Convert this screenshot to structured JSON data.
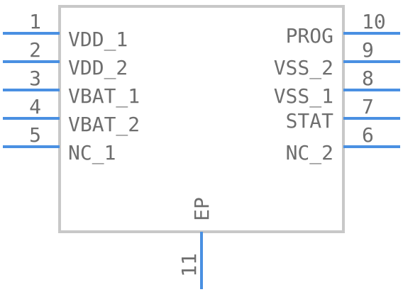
{
  "symbol": {
    "left_pins": [
      {
        "number": "1",
        "name": "VDD_1"
      },
      {
        "number": "2",
        "name": "VDD_2"
      },
      {
        "number": "3",
        "name": "VBAT_1"
      },
      {
        "number": "4",
        "name": "VBAT_2"
      },
      {
        "number": "5",
        "name": "NC_1"
      }
    ],
    "right_pins": [
      {
        "number": "10",
        "name": "PROG"
      },
      {
        "number": "9",
        "name": "VSS_2"
      },
      {
        "number": "8",
        "name": "VSS_1"
      },
      {
        "number": "7",
        "name": "STAT"
      },
      {
        "number": "6",
        "name": "NC_2"
      }
    ],
    "bottom_pin": {
      "number": "11",
      "name": "EP"
    }
  },
  "colors": {
    "pin": "#4a90e2",
    "body": "#c8c8c8",
    "text": "#6e6e6e"
  }
}
